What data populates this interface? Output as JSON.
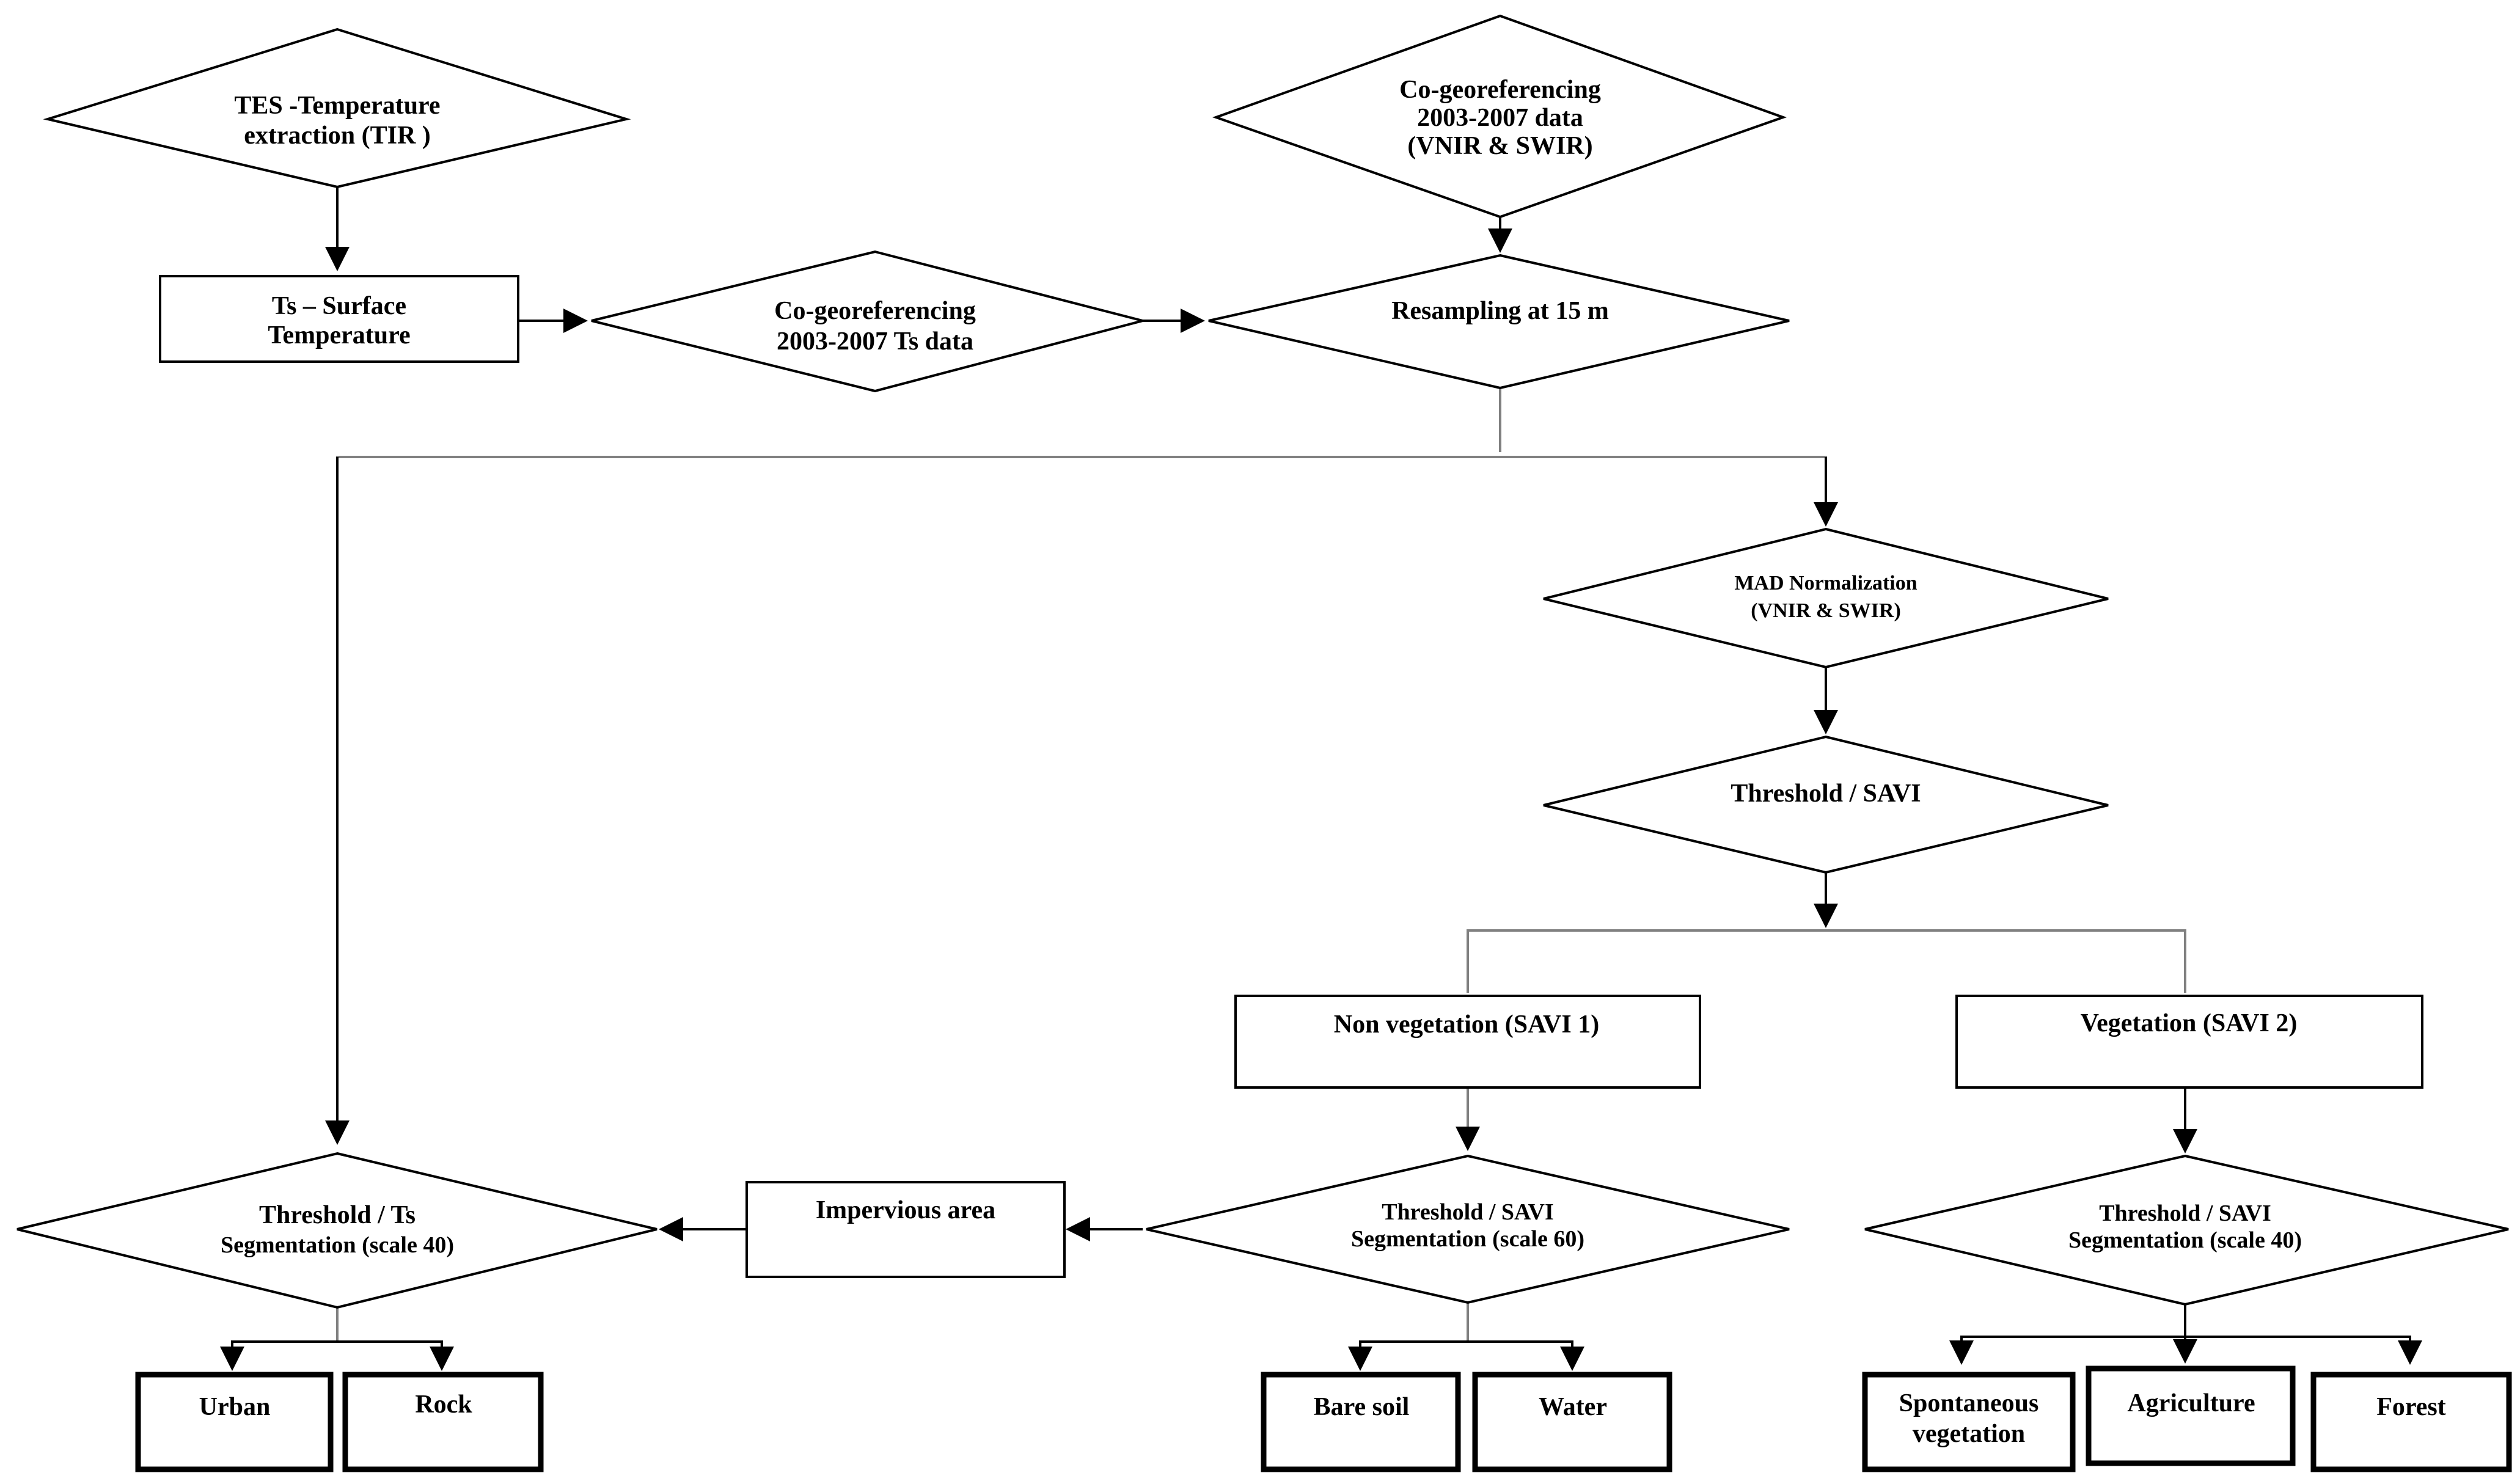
{
  "nodes": {
    "tes": {
      "line1": "TES -Temperature",
      "line2": "extraction (TIR )"
    },
    "ts_surface": {
      "line1": "Ts – Surface",
      "line2": "Temperature"
    },
    "cogeo_ts": {
      "line1": "Co-georeferencing",
      "line2": "2003-2007  Ts data"
    },
    "cogeo_vnir": {
      "line1": "Co-georeferencing",
      "line2": "2003-2007 data",
      "line3": "(VNIR & SWIR)"
    },
    "resampling": {
      "label": "Resampling at 15 m"
    },
    "mad": {
      "line1": "MAD Normalization",
      "line2": "(VNIR & SWIR)"
    },
    "threshold_savi": {
      "label": "Threshold / SAVI"
    },
    "non_vegetation": {
      "label": "Non vegetation (SAVI 1)"
    },
    "vegetation": {
      "label": "Vegetation (SAVI 2)"
    },
    "threshold_ts": {
      "line1": "Threshold / Ts",
      "line2": "Segmentation (scale 40)"
    },
    "impervious": {
      "label": "Impervious area"
    },
    "threshold_savi_60": {
      "line1": "Threshold / SAVI",
      "line2": "Segmentation (scale 60)"
    },
    "threshold_savi_40": {
      "line1": "Threshold / SAVI",
      "line2": "Segmentation (scale 40)"
    },
    "urban": {
      "label": "Urban"
    },
    "rock": {
      "label": "Rock"
    },
    "bare_soil": {
      "label": "Bare soil"
    },
    "water": {
      "label": "Water"
    },
    "spontaneous": {
      "line1": "Spontaneous",
      "line2": "vegetation"
    },
    "agriculture": {
      "label": "Agriculture"
    },
    "forest": {
      "label": "Forest"
    }
  }
}
